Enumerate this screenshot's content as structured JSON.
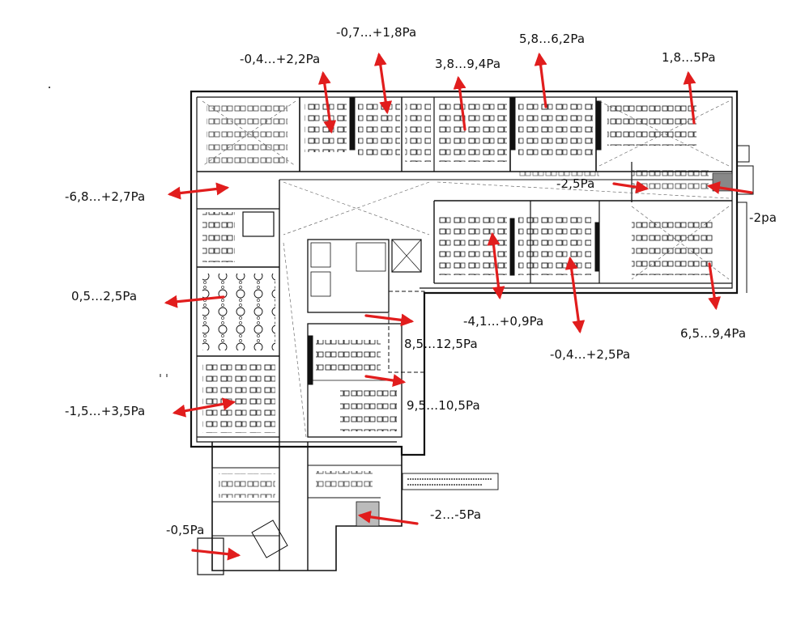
{
  "labels": [
    {
      "id": "top-left-a",
      "text": "-0,4…+2,2Pa"
    },
    {
      "id": "top-left-b",
      "text": "-0,7…+1,8Pa"
    },
    {
      "id": "top-mid-a",
      "text": "3,8…9,4Pa"
    },
    {
      "id": "top-mid-b",
      "text": "5,8…6,2Pa"
    },
    {
      "id": "top-right",
      "text": "1,8…5Pa"
    },
    {
      "id": "left-1",
      "text": "-6,8…+2,7Pa"
    },
    {
      "id": "left-2",
      "text": "0,5…2,5Pa"
    },
    {
      "id": "left-3",
      "text": "-1,5…+3,5Pa"
    },
    {
      "id": "corridor-east",
      "text": "-2,5Pa"
    },
    {
      "id": "east-edge",
      "text": "-2pa"
    },
    {
      "id": "center-1",
      "text": "8,5…12,5Pa"
    },
    {
      "id": "center-2",
      "text": "9,5…10,5Pa"
    },
    {
      "id": "wing-a",
      "text": "-4,1…+0,9Pa"
    },
    {
      "id": "wing-b",
      "text": "-0,4…+2,5Pa"
    },
    {
      "id": "wing-c",
      "text": "6,5…9,4Pa"
    },
    {
      "id": "bottom-a",
      "text": "-2…-5Pa"
    },
    {
      "id": "bottom-b",
      "text": "-0,5Pa"
    }
  ],
  "colors": {
    "arrow": "#e11d1d",
    "lines": "#111111",
    "background": "#ffffff"
  }
}
